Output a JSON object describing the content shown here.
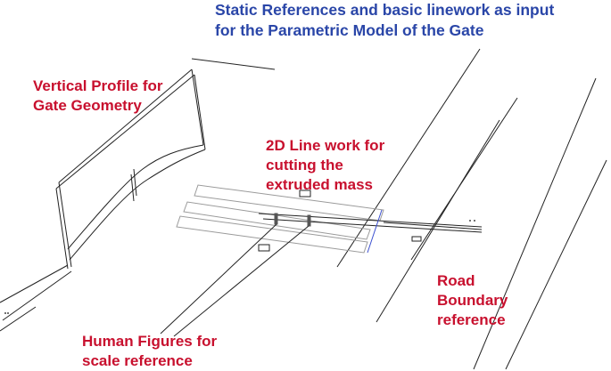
{
  "title": "Static References and basic linework as input\nfor the Parametric Model of the Gate",
  "labels": {
    "vertical_profile": "Vertical Profile for\nGate Geometry",
    "line_work": "2D Line work for\ncutting the\nextruded mass",
    "road_boundary": "Road\nBoundary\nreference",
    "human_figures": "Human Figures for\nscale reference"
  },
  "colors": {
    "title": "#2a46a8",
    "label": "#c8102e",
    "linework": "#222222",
    "faint_linework": "#9a9a9a",
    "accent": "#3b4fd0"
  }
}
